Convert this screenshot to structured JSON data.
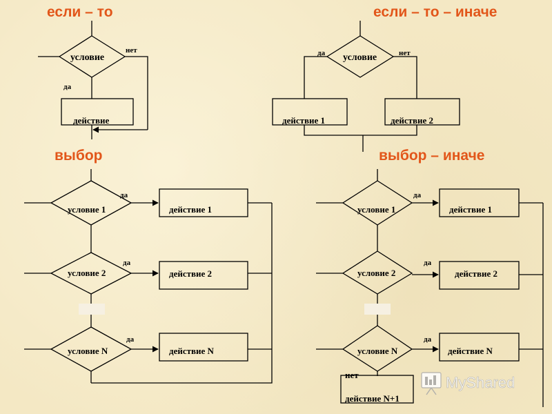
{
  "if_then": {
    "title": "если – то",
    "condition": "условие",
    "no": "нет",
    "yes": "да",
    "action": "действие"
  },
  "if_then_else": {
    "title": "если – то – иначе",
    "condition": "условие",
    "yes": "да",
    "no": "нет",
    "action_1": "действие  1",
    "action_2": "действие  2"
  },
  "choice": {
    "title": "выбор",
    "rows": [
      {
        "condition": "условие 1",
        "yes": "да",
        "action": "действие 1"
      },
      {
        "condition": "условие 2",
        "yes": "да",
        "action": "действие 2"
      },
      {
        "condition": "условие N",
        "yes": "да",
        "action": "действие N"
      }
    ]
  },
  "choice_else": {
    "title": "выбор – иначе",
    "rows": [
      {
        "condition": "условие 1",
        "yes": "да",
        "action": "действие 1"
      },
      {
        "condition": "условие 2",
        "yes": "да",
        "action": "действие 2"
      },
      {
        "condition": "условие N",
        "yes": "да",
        "action": "действие N"
      }
    ],
    "no": "нет",
    "else_action": "действие N+1"
  },
  "watermark": {
    "text": "MyShared"
  }
}
